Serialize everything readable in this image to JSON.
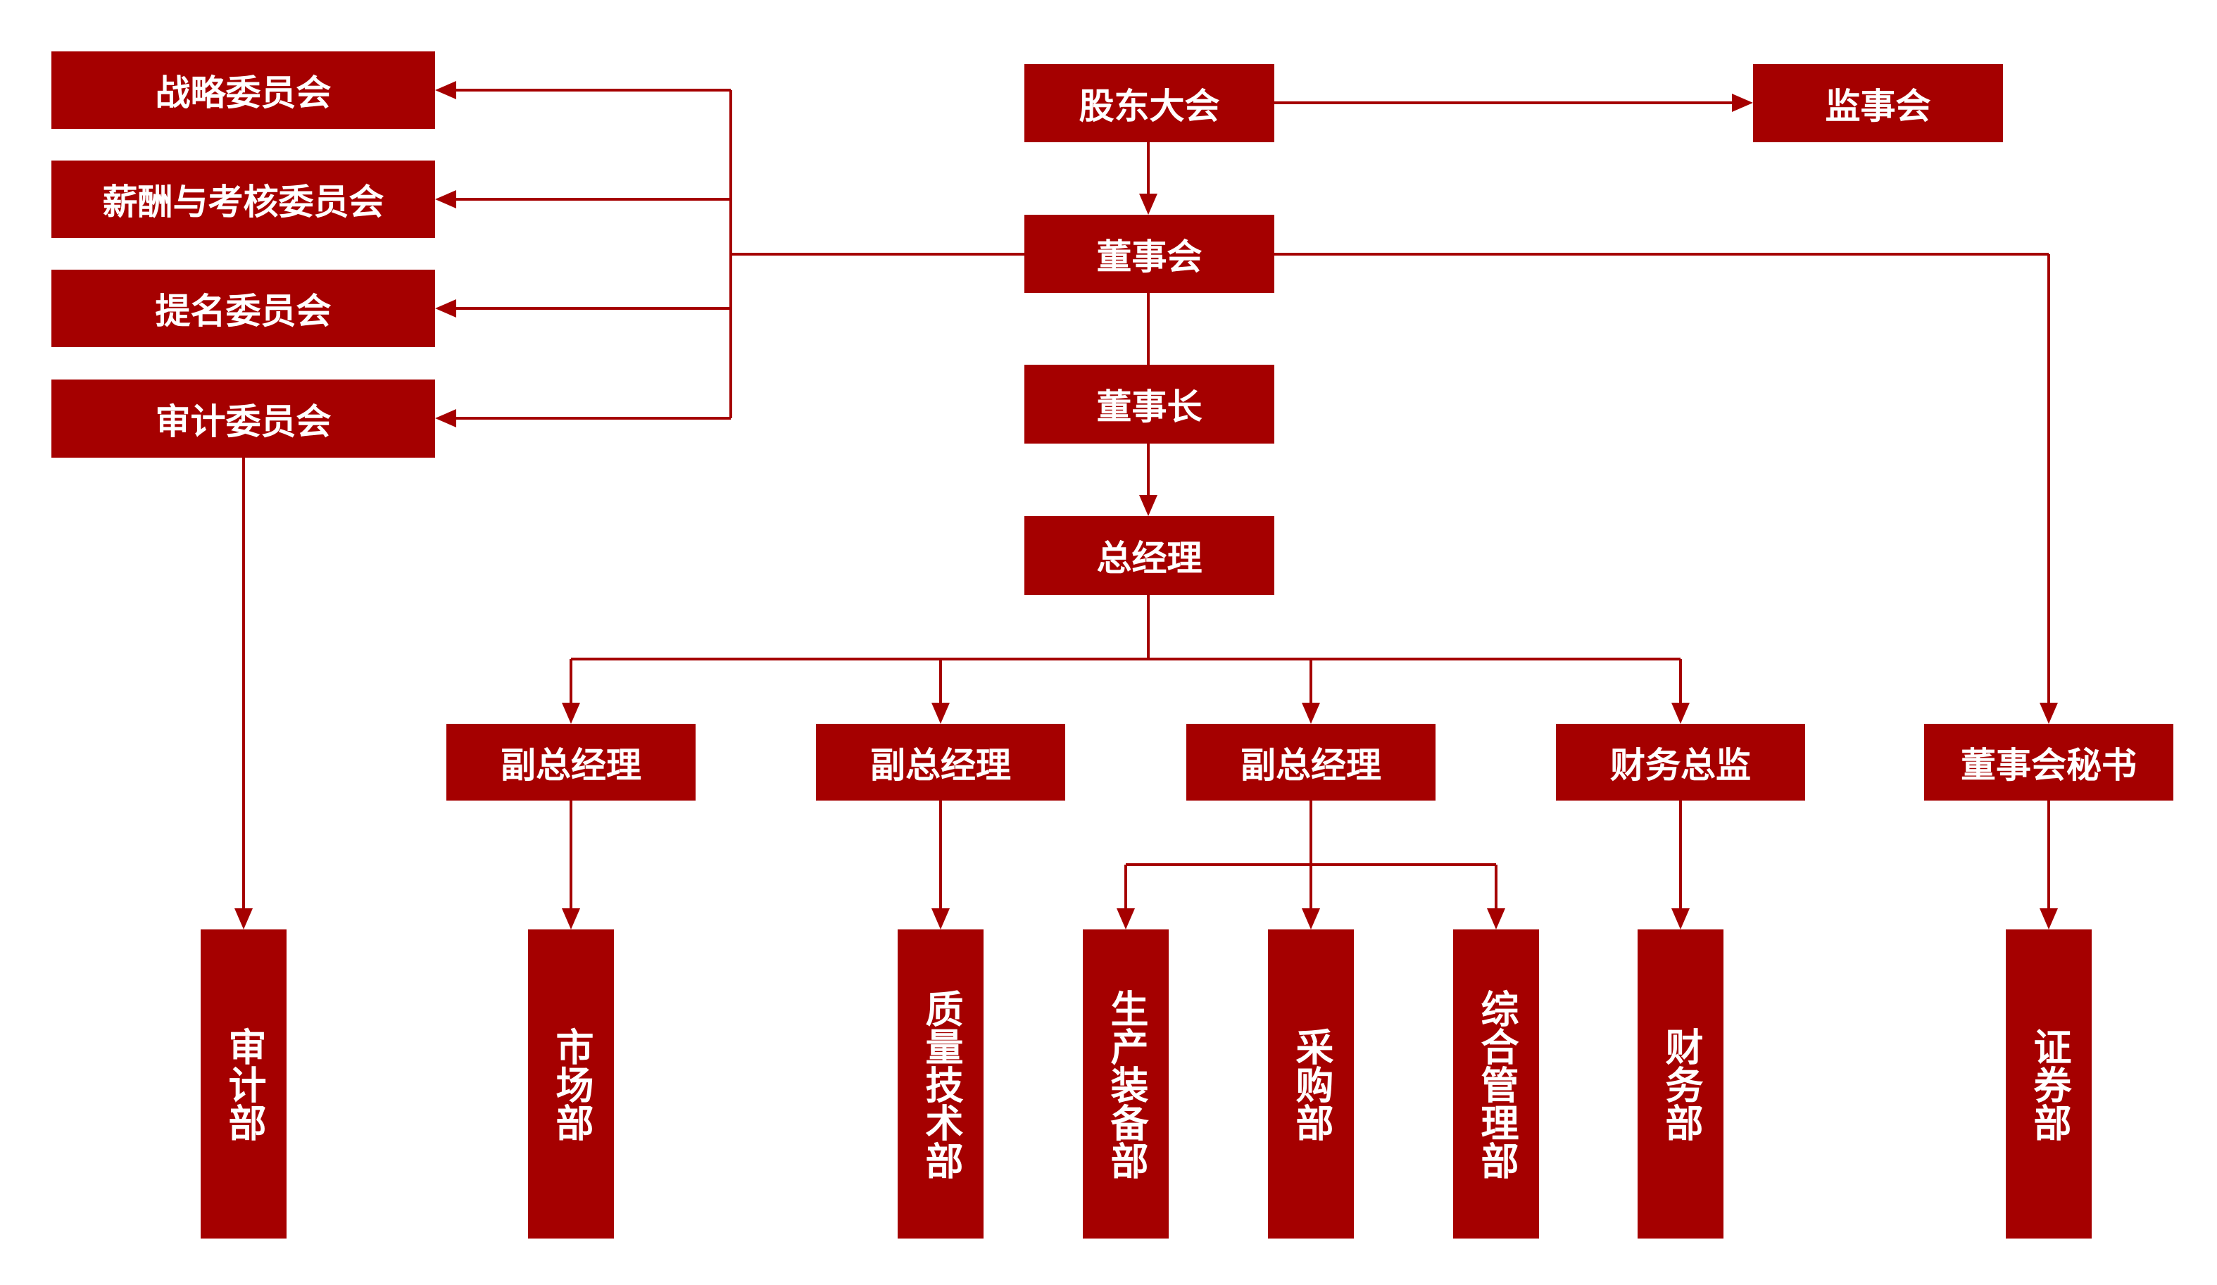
{
  "colors": {
    "box": "#a50000",
    "text": "#ffffff",
    "line": "#a50000",
    "background": "#ffffff"
  },
  "top": {
    "shareholders_meeting": "股东大会",
    "supervisory_board": "监事会",
    "board_of_directors": "董事会",
    "chairman": "董事长",
    "general_manager": "总经理"
  },
  "committees": {
    "strategy": "战略委员会",
    "compensation": "薪酬与考核委员会",
    "nomination": "提名委员会",
    "audit": "审计委员会"
  },
  "executives": {
    "deputy_gm_1": "副总经理",
    "deputy_gm_2": "副总经理",
    "deputy_gm_3": "副总经理",
    "cfo": "财务总监",
    "board_secretary": "董事会秘书"
  },
  "departments": {
    "audit": "审计部",
    "marketing": "市场部",
    "quality_tech": "质量技术部",
    "production_equipment": "生产装备部",
    "procurement": "采购部",
    "general_admin": "综合管理部",
    "finance": "财务部",
    "securities": "证券部"
  }
}
